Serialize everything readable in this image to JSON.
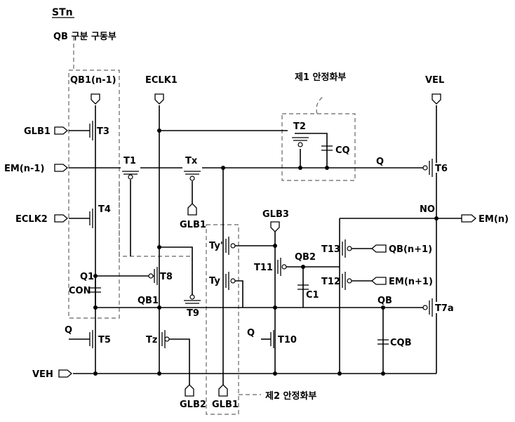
{
  "title": "STn",
  "block_labels": {
    "qb_driver": "QB 구분 구동부",
    "stab1": "제1 안정화부",
    "stab2": "제2 안정화부"
  },
  "signals": {
    "qb1_prev": "QB1(n-1)",
    "eclk1": "ECLK1",
    "vel": "VEL",
    "glb1_left": "GLB1",
    "em_prev": "EM(n-1)",
    "eclk2": "ECLK2",
    "glb1_tx": "GLB1",
    "glb3": "GLB3",
    "no": "NO",
    "em_out": "EM(n)",
    "qb_next": "QB(n+1)",
    "em_next": "EM(n+1)",
    "q_in": "Q",
    "q_t10": "Q",
    "veh": "VEH",
    "glb2": "GLB2",
    "glb1_bottom": "GLB1"
  },
  "transistors": {
    "t3": "T3",
    "t1": "T1",
    "tx": "Tx",
    "t2": "T2",
    "t6": "T6",
    "t4": "T4",
    "ty_prime": "Ty'",
    "ty": "Ty",
    "t11": "T11",
    "t13": "T13",
    "t12": "T12",
    "t8": "T8",
    "t9": "T9",
    "t7a": "T7a",
    "t5": "T5",
    "tz": "Tz",
    "t10": "T10"
  },
  "nodes": {
    "q": "Q",
    "qb": "QB",
    "qb1": "QB1",
    "qb2": "QB2",
    "q1": "Q1"
  },
  "capacitors": {
    "cq": "CQ",
    "con": "CON",
    "c1": "C1",
    "cqb": "CQB"
  }
}
